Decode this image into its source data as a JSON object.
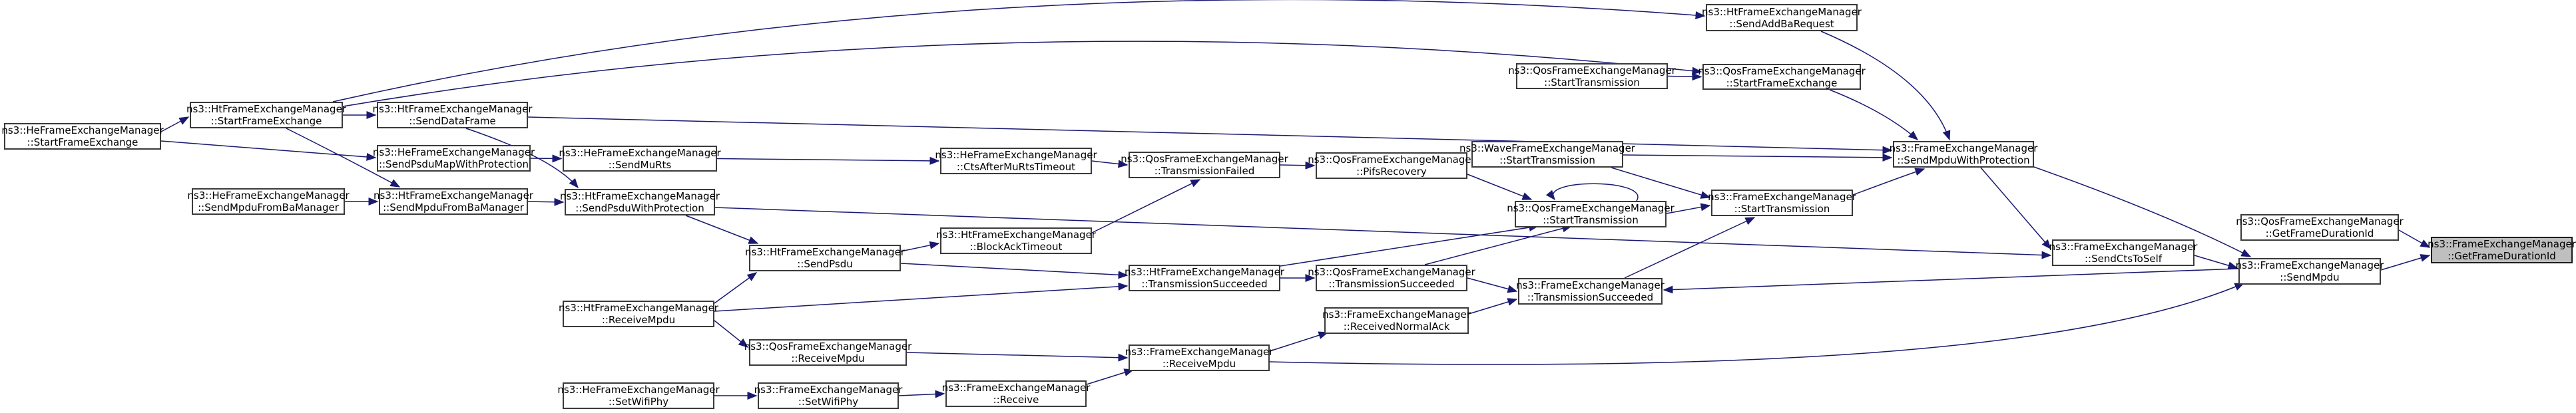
{
  "diagram": {
    "type": "doxygen-caller-graph",
    "highlighted_node": "ns3::FrameExchangeManager::GetFrameDurationId",
    "colors": {
      "background": "#ffffff",
      "edge": "#191970",
      "node_fill": "#ffffff",
      "node_border": "#3a3a3a",
      "highlight_fill": "#bfbfbf",
      "text": "#000000"
    },
    "nodes": [
      {
        "id": "he_sfe",
        "line1": "ns3::HeFrameExchangeManager",
        "line2": "::StartFrameExchange",
        "highlighted": false
      },
      {
        "id": "he_smfbm",
        "line1": "ns3::HeFrameExchangeManager",
        "line2": "::SendMpduFromBaManager",
        "highlighted": false
      },
      {
        "id": "ht_sfe",
        "line1": "ns3::HtFrameExchangeManager",
        "line2": "::StartFrameExchange",
        "highlighted": false
      },
      {
        "id": "ht_sdf",
        "line1": "ns3::HtFrameExchangeManager",
        "line2": "::SendDataFrame",
        "highlighted": false
      },
      {
        "id": "he_spmwp",
        "line1": "ns3::HeFrameExchangeManager",
        "line2": "::SendPsduMapWithProtection",
        "highlighted": false
      },
      {
        "id": "ht_smfbm",
        "line1": "ns3::HtFrameExchangeManager",
        "line2": "::SendMpduFromBaManager",
        "highlighted": false
      },
      {
        "id": "he_smurts",
        "line1": "ns3::HeFrameExchangeManager",
        "line2": "::SendMuRts",
        "highlighted": false
      },
      {
        "id": "ht_spwp",
        "line1": "ns3::HtFrameExchangeManager",
        "line2": "::SendPsduWithProtection",
        "highlighted": false
      },
      {
        "id": "ht_rcvmpdu",
        "line1": "ns3::HtFrameExchangeManager",
        "line2": "::ReceiveMpdu",
        "highlighted": false
      },
      {
        "id": "he_setwifiphy",
        "line1": "ns3::HeFrameExchangeManager",
        "line2": "::SetWifiPhy",
        "highlighted": false
      },
      {
        "id": "ht_sendpsdu",
        "line1": "ns3::HtFrameExchangeManager",
        "line2": "::SendPsdu",
        "highlighted": false
      },
      {
        "id": "qos_rcvmpdu",
        "line1": "ns3::QosFrameExchangeManager",
        "line2": "::ReceiveMpdu",
        "highlighted": false
      },
      {
        "id": "fem_setwifiphy",
        "line1": "ns3::FrameExchangeManager",
        "line2": "::SetWifiPhy",
        "highlighted": false
      },
      {
        "id": "he_ctsafter",
        "line1": "ns3::HeFrameExchangeManager",
        "line2": "::CtsAfterMuRtsTimeout",
        "highlighted": false
      },
      {
        "id": "ht_bat",
        "line1": "ns3::HtFrameExchangeManager",
        "line2": "::BlockAckTimeout",
        "highlighted": false
      },
      {
        "id": "fem_receive",
        "line1": "ns3::FrameExchangeManager",
        "line2": "::Receive",
        "highlighted": false
      },
      {
        "id": "qos_tf",
        "line1": "ns3::QosFrameExchangeManager",
        "line2": "::TransmissionFailed",
        "highlighted": false
      },
      {
        "id": "ht_ts",
        "line1": "ns3::HtFrameExchangeManager",
        "line2": "::TransmissionSucceeded",
        "highlighted": false
      },
      {
        "id": "fem_rcvmpdu",
        "line1": "ns3::FrameExchangeManager",
        "line2": "::ReceiveMpdu",
        "highlighted": false
      },
      {
        "id": "qos_pifs",
        "line1": "ns3::QosFrameExchangeManager",
        "line2": "::PifsRecovery",
        "highlighted": false
      },
      {
        "id": "qos_ts",
        "line1": "ns3::QosFrameExchangeManager",
        "line2": "::TransmissionSucceeded",
        "highlighted": false
      },
      {
        "id": "fem_rna",
        "line1": "ns3::FrameExchangeManager",
        "line2": "::ReceivedNormalAck",
        "highlighted": false
      },
      {
        "id": "qos_st1",
        "line1": "ns3::QosFrameExchangeManager",
        "line2": "::StartTransmission",
        "highlighted": false
      },
      {
        "id": "wave_st",
        "line1": "ns3::WaveFrameExchangeManager",
        "line2": "::StartTransmission",
        "highlighted": false
      },
      {
        "id": "qos_st2",
        "line1": "ns3::QosFrameExchangeManager",
        "line2": "::StartTransmission",
        "highlighted": false
      },
      {
        "id": "fem_ts",
        "line1": "ns3::FrameExchangeManager",
        "line2": "::TransmissionSucceeded",
        "highlighted": false
      },
      {
        "id": "ht_sabr",
        "line1": "ns3::HtFrameExchangeManager",
        "line2": "::SendAddBaRequest",
        "highlighted": false
      },
      {
        "id": "qos_sfe",
        "line1": "ns3::QosFrameExchangeManager",
        "line2": "::StartFrameExchange",
        "highlighted": false
      },
      {
        "id": "fem_st",
        "line1": "ns3::FrameExchangeManager",
        "line2": "::StartTransmission",
        "highlighted": false
      },
      {
        "id": "fem_smwp",
        "line1": "ns3::FrameExchangeManager",
        "line2": "::SendMpduWithProtection",
        "highlighted": false
      },
      {
        "id": "fem_scts",
        "line1": "ns3::FrameExchangeManager",
        "line2": "::SendCtsToSelf",
        "highlighted": false
      },
      {
        "id": "qos_gfdi",
        "line1": "ns3::QosFrameExchangeManager",
        "line2": "::GetFrameDurationId",
        "highlighted": false
      },
      {
        "id": "fem_sendmpdu",
        "line1": "ns3::FrameExchangeManager",
        "line2": "::SendMpdu",
        "highlighted": false
      },
      {
        "id": "fem_gfdi",
        "line1": "ns3::FrameExchangeManager",
        "line2": "::GetFrameDurationId",
        "highlighted": true
      }
    ],
    "edges": [
      {
        "from": "he_sfe",
        "to": "ht_sfe"
      },
      {
        "from": "he_sfe",
        "to": "he_spmwp"
      },
      {
        "from": "ht_sfe",
        "to": "ht_sdf"
      },
      {
        "from": "ht_sfe",
        "to": "ht_smfbm"
      },
      {
        "from": "ht_sfe",
        "to": "ht_sabr"
      },
      {
        "from": "ht_sfe",
        "to": "qos_sfe"
      },
      {
        "from": "he_smfbm",
        "to": "ht_smfbm"
      },
      {
        "from": "ht_smfbm",
        "to": "ht_spwp"
      },
      {
        "from": "ht_sdf",
        "to": "ht_spwp"
      },
      {
        "from": "ht_sdf",
        "to": "fem_smwp"
      },
      {
        "from": "he_spmwp",
        "to": "he_smurts"
      },
      {
        "from": "he_smurts",
        "to": "he_ctsafter"
      },
      {
        "from": "he_ctsafter",
        "to": "qos_tf"
      },
      {
        "from": "ht_bat",
        "to": "qos_tf"
      },
      {
        "from": "qos_tf",
        "to": "qos_pifs"
      },
      {
        "from": "qos_pifs",
        "to": "qos_st2"
      },
      {
        "from": "qos_st2",
        "to": "qos_st2"
      },
      {
        "from": "qos_st2",
        "to": "fem_st"
      },
      {
        "from": "wave_st",
        "to": "fem_st"
      },
      {
        "from": "wave_st",
        "to": "fem_smwp"
      },
      {
        "from": "fem_ts",
        "to": "fem_st"
      },
      {
        "from": "fem_st",
        "to": "fem_smwp"
      },
      {
        "from": "ht_sabr",
        "to": "fem_smwp"
      },
      {
        "from": "qos_sfe",
        "to": "fem_smwp"
      },
      {
        "from": "qos_st1",
        "to": "qos_sfe"
      },
      {
        "from": "ht_spwp",
        "to": "ht_sendpsdu"
      },
      {
        "from": "ht_spwp",
        "to": "fem_scts"
      },
      {
        "from": "ht_sendpsdu",
        "to": "ht_bat"
      },
      {
        "from": "ht_sendpsdu",
        "to": "ht_ts"
      },
      {
        "from": "ht_rcvmpdu",
        "to": "ht_sendpsdu"
      },
      {
        "from": "ht_rcvmpdu",
        "to": "qos_rcvmpdu"
      },
      {
        "from": "ht_rcvmpdu",
        "to": "ht_ts"
      },
      {
        "from": "qos_rcvmpdu",
        "to": "fem_rcvmpdu"
      },
      {
        "from": "fem_receive",
        "to": "fem_rcvmpdu"
      },
      {
        "from": "fem_setwifiphy",
        "to": "fem_receive"
      },
      {
        "from": "he_setwifiphy",
        "to": "fem_setwifiphy"
      },
      {
        "from": "fem_rcvmpdu",
        "to": "fem_rna"
      },
      {
        "from": "fem_rcvmpdu",
        "to": "fem_sendmpdu"
      },
      {
        "from": "fem_rna",
        "to": "fem_ts"
      },
      {
        "from": "qos_ts",
        "to": "fem_ts"
      },
      {
        "from": "qos_ts",
        "to": "qos_st2"
      },
      {
        "from": "ht_ts",
        "to": "qos_ts"
      },
      {
        "from": "ht_ts",
        "to": "qos_st2"
      },
      {
        "from": "fem_smwp",
        "to": "fem_sendmpdu"
      },
      {
        "from": "fem_smwp",
        "to": "fem_scts"
      },
      {
        "from": "fem_scts",
        "to": "fem_sendmpdu"
      },
      {
        "from": "fem_sendmpdu",
        "to": "fem_ts"
      },
      {
        "from": "fem_sendmpdu",
        "to": "fem_gfdi"
      },
      {
        "from": "qos_gfdi",
        "to": "fem_gfdi"
      }
    ]
  }
}
